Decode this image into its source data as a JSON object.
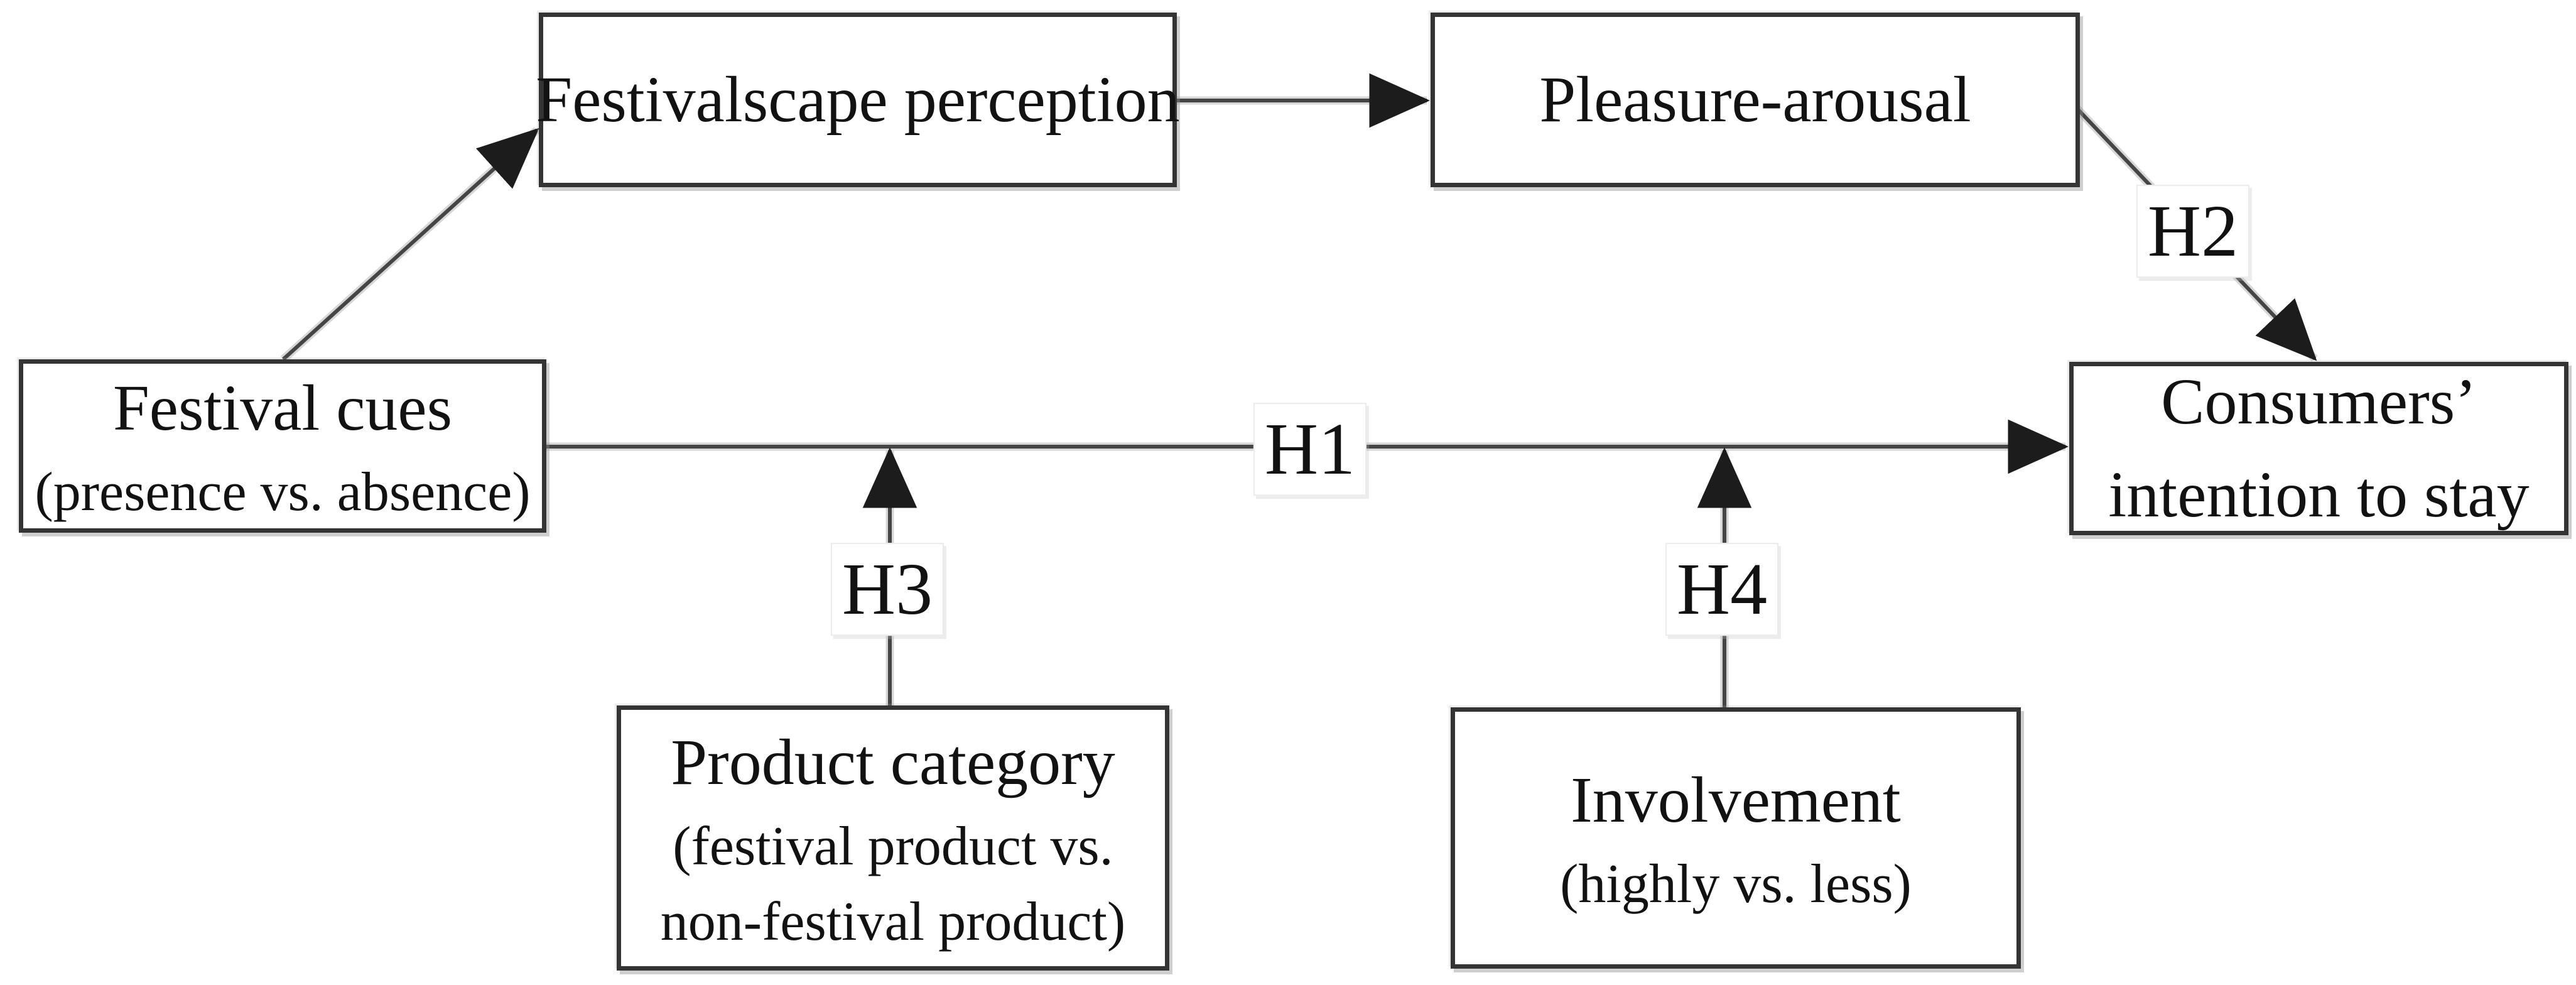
{
  "diagram": {
    "background_color": "#ffffff",
    "box_border_color": "#343434",
    "arrow_color": "#454545",
    "text_color": "#121212",
    "boxes": {
      "festivalscape": {
        "title": "Festivalscape perception"
      },
      "pleasure": {
        "title": "Pleasure-arousal"
      },
      "festival_cues": {
        "title": "Festival cues",
        "subtitle": "(presence vs. absence)"
      },
      "consumers": {
        "line1": "Consumers’",
        "line2": "intention to stay"
      },
      "product_category": {
        "title": "Product category",
        "subtitle_line1": "(festival product vs.",
        "subtitle_line2": "non-festival product)"
      },
      "involvement": {
        "title": "Involvement",
        "subtitle": "(highly vs. less)"
      }
    },
    "hypotheses": {
      "h1": "H1",
      "h2": "H2",
      "h3": "H3",
      "h4": "H4"
    }
  }
}
